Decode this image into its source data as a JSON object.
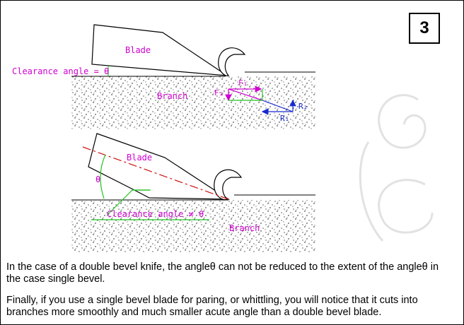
{
  "step_number": "3",
  "top_diagram": {
    "blade_label": "Blade",
    "clearance_label": "Clearance angle = θ",
    "branch_label": "Branch",
    "force_f1": "F₁",
    "force_f2": "F₂",
    "force_r1": "R₁",
    "force_r2": "R₂"
  },
  "bottom_diagram": {
    "blade_label": "Blade",
    "theta_label": "θ",
    "clearance_label": "Clearance angle ≠ θ",
    "branch_label": "Branch"
  },
  "caption": {
    "paragraph_1": "In the case of a double bevel knife, the angleθ can not be reduced to the extent of the angleθ in the case single bevel.",
    "paragraph_2": "Finally, if you use a single bevel blade for paring, or whittling, you will notice that it cuts into branches more smoothly and much smaller acute angle than a double bevel blade."
  },
  "colors": {
    "label_magenta": "#d000d0",
    "angle_green": "#22c422",
    "force_blue": "#1a2ad0",
    "cut_red": "#d01010",
    "outline": "#000000"
  }
}
